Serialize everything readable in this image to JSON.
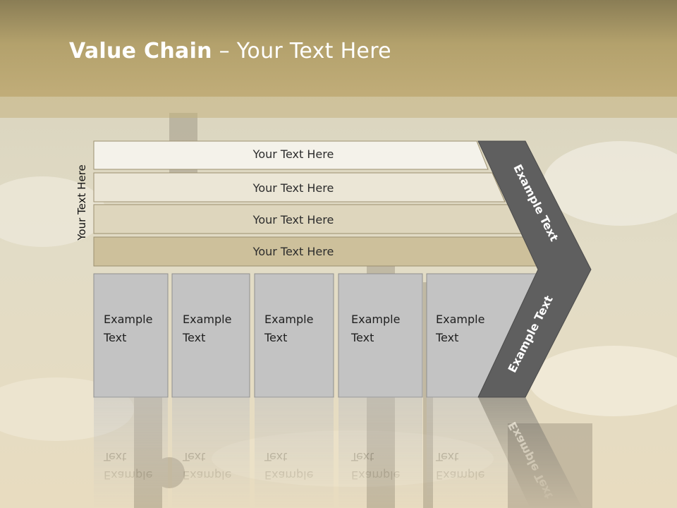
{
  "slide": {
    "title_bold": "Value Chain",
    "title_rest": " – Your Text Here",
    "side_label": "Your Text Here"
  },
  "rows": [
    {
      "label": "Your Text Here",
      "color": "#f4f2ea"
    },
    {
      "label": "Your Text Here",
      "color": "#ebe6d6"
    },
    {
      "label": "Your Text Here",
      "color": "#ded6bd"
    },
    {
      "label": "Your Text Here",
      "color": "#cdc09b"
    }
  ],
  "boxes": [
    {
      "line1": "Example",
      "line2": "Text"
    },
    {
      "line1": "Example",
      "line2": "Text"
    },
    {
      "line1": "Example",
      "line2": "Text"
    },
    {
      "line1": "Example",
      "line2": "Text"
    },
    {
      "line1": "Example",
      "line2": "Text"
    }
  ],
  "chevron": {
    "top_label": "Example Text",
    "bottom_label": "Example Text",
    "color": "#5f5f5f"
  },
  "colors": {
    "box_fill": "#c3c3c3",
    "header": "#b3a16c"
  }
}
